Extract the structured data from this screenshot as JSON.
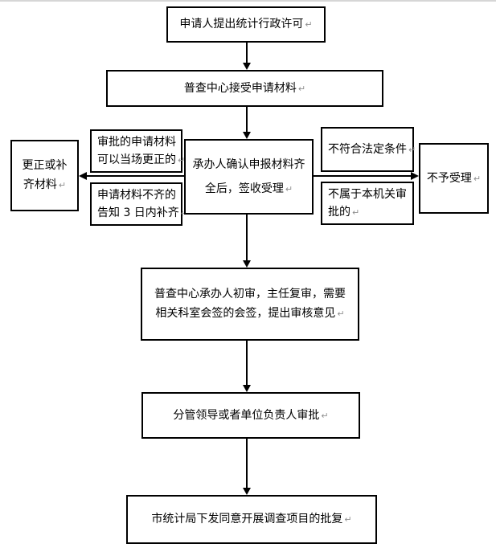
{
  "page": {
    "background": "#ffffff",
    "top_rule_color": "#d6d6d6",
    "box_border_color": "#000000",
    "text_color": "#000000",
    "return_mark_color": "#8f8f8f"
  },
  "flowchart": {
    "return_mark": "↵",
    "nodes": [
      {
        "id": "apply",
        "lines": [
          "申请人提出统计行政许可"
        ]
      },
      {
        "id": "accept",
        "lines": [
          "普查中心接受申请材料"
        ]
      },
      {
        "id": "confirm",
        "lines": [
          "承办人确认申报材料齐",
          "全后，签收受理"
        ]
      },
      {
        "id": "onsite-correct",
        "lines": [
          "审批的申请材料",
          "可以当场更正的"
        ]
      },
      {
        "id": "incomplete-notify",
        "lines": [
          "申请材料不齐的",
          "告知 3 日内补齐"
        ]
      },
      {
        "id": "correct-or-complete",
        "lines": [
          "更正或补",
          "齐材料"
        ]
      },
      {
        "id": "not-legal-condition",
        "lines": [
          "不符合法定条件"
        ]
      },
      {
        "id": "not-this-agency",
        "lines": [
          "不属于本机关审",
          "批的"
        ]
      },
      {
        "id": "reject",
        "lines": [
          "不予受理"
        ]
      },
      {
        "id": "review",
        "lines": [
          "普查中心承办人初审，主任复审，需要",
          "相关科室会签的会签，提出审核意见"
        ]
      },
      {
        "id": "leader-approve",
        "lines": [
          "分管领导或者单位负责人审批"
        ]
      },
      {
        "id": "issue-reply",
        "lines": [
          "市统计局下发同意开展调查项目的批复"
        ]
      }
    ]
  }
}
